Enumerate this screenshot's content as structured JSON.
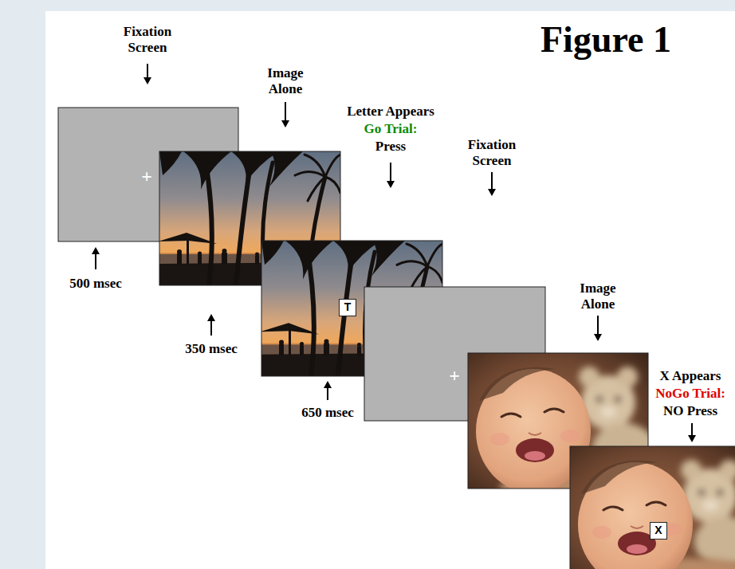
{
  "diagram": {
    "title": "Figure 1",
    "nodes": [
      {
        "text": [
          "T"
        ]
      },
      {
        "text": [
          "X"
        ]
      }
    ],
    "labels": [
      "Fixation Screen",
      "Image Alone",
      "Letter Appears",
      "Go Trial:",
      "Press",
      "Fixation Screen",
      "Image Alone",
      "X Appears",
      "NoGo Trial:",
      "NO Press",
      "+",
      "500 msec",
      "350 msec",
      "650 msec",
      "+"
    ]
  }
}
